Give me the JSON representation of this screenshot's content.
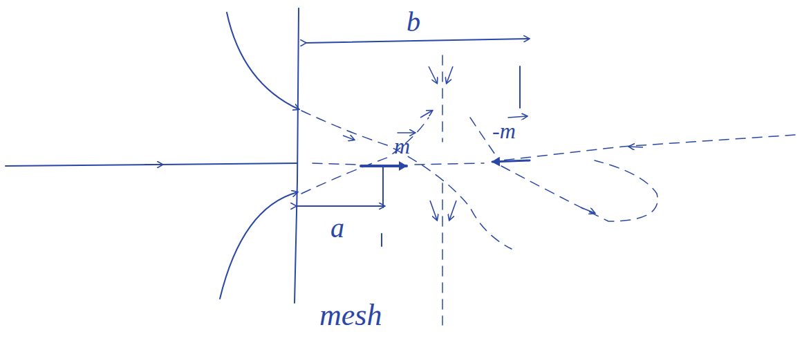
{
  "diagram": {
    "labels": [
      "b",
      "m",
      "-m",
      "a",
      "mesh"
    ]
  }
}
